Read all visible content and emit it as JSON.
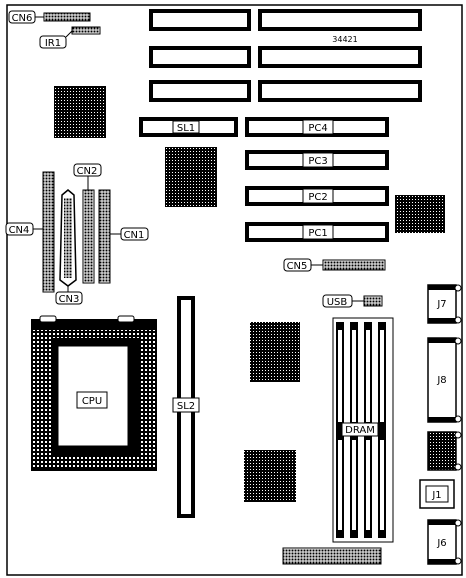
{
  "board": {
    "number": "34421",
    "labels": {
      "cn6": "CN6",
      "ir1": "IR1",
      "sl1": "SL1",
      "pc4": "PC4",
      "pc3": "PC3",
      "pc2": "PC2",
      "pc1": "PC1",
      "cn2": "CN2",
      "cn4": "CN4",
      "cn1": "CN1",
      "cn3": "CN3",
      "cn5": "CN5",
      "usb": "USB",
      "j7": "J7",
      "j8": "J8",
      "cpu": "CPU",
      "sl2": "SL2",
      "dram": "DRAM",
      "j1": "J1",
      "j6": "J6"
    }
  }
}
